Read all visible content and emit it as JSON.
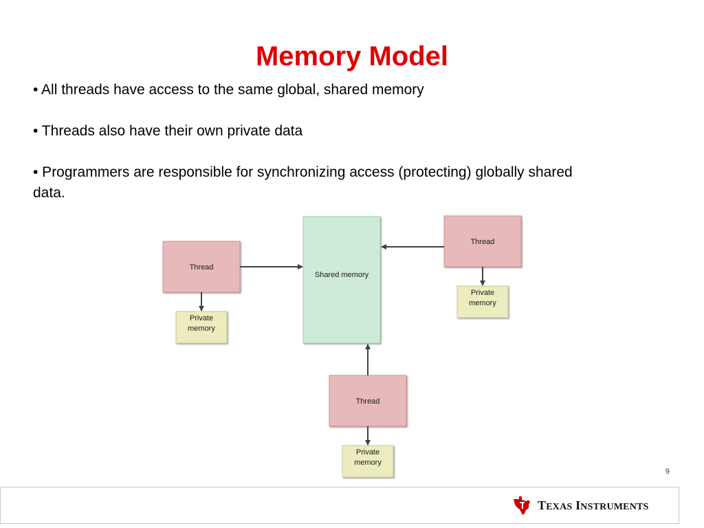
{
  "slide": {
    "title": "Memory Model",
    "title_color": "#e00000",
    "bullets": [
      "• All threads have access to the same global, shared memory",
      "• Threads also have their own private data",
      "• Programmers are responsible for synchronizing access (protecting) globally shared data."
    ],
    "page_number": "9"
  },
  "diagram": {
    "shared_memory": {
      "label": "Shared memory",
      "fill": "#cdebd8",
      "stroke": "#9fd2b1"
    },
    "thread_fill": "#e8b9ba",
    "thread_stroke": "#d08f92",
    "private_fill": "#ececbf",
    "private_stroke": "#c9c99a",
    "arrow_color": "#404040",
    "threads": [
      {
        "label": "Thread",
        "private_label_line1": "Private",
        "private_label_line2": "memory"
      },
      {
        "label": "Thread",
        "private_label_line1": "Private",
        "private_label_line2": "memory"
      },
      {
        "label": "Thread",
        "private_label_line1": "Private",
        "private_label_line2": "memory"
      }
    ]
  },
  "footer": {
    "brand_line1_cap1": "T",
    "brand_line1_rest1": "EXAS",
    "brand_line1_cap2": "I",
    "brand_line1_rest2": "NSTRUMENTS",
    "logo_color": "#cc0000"
  }
}
